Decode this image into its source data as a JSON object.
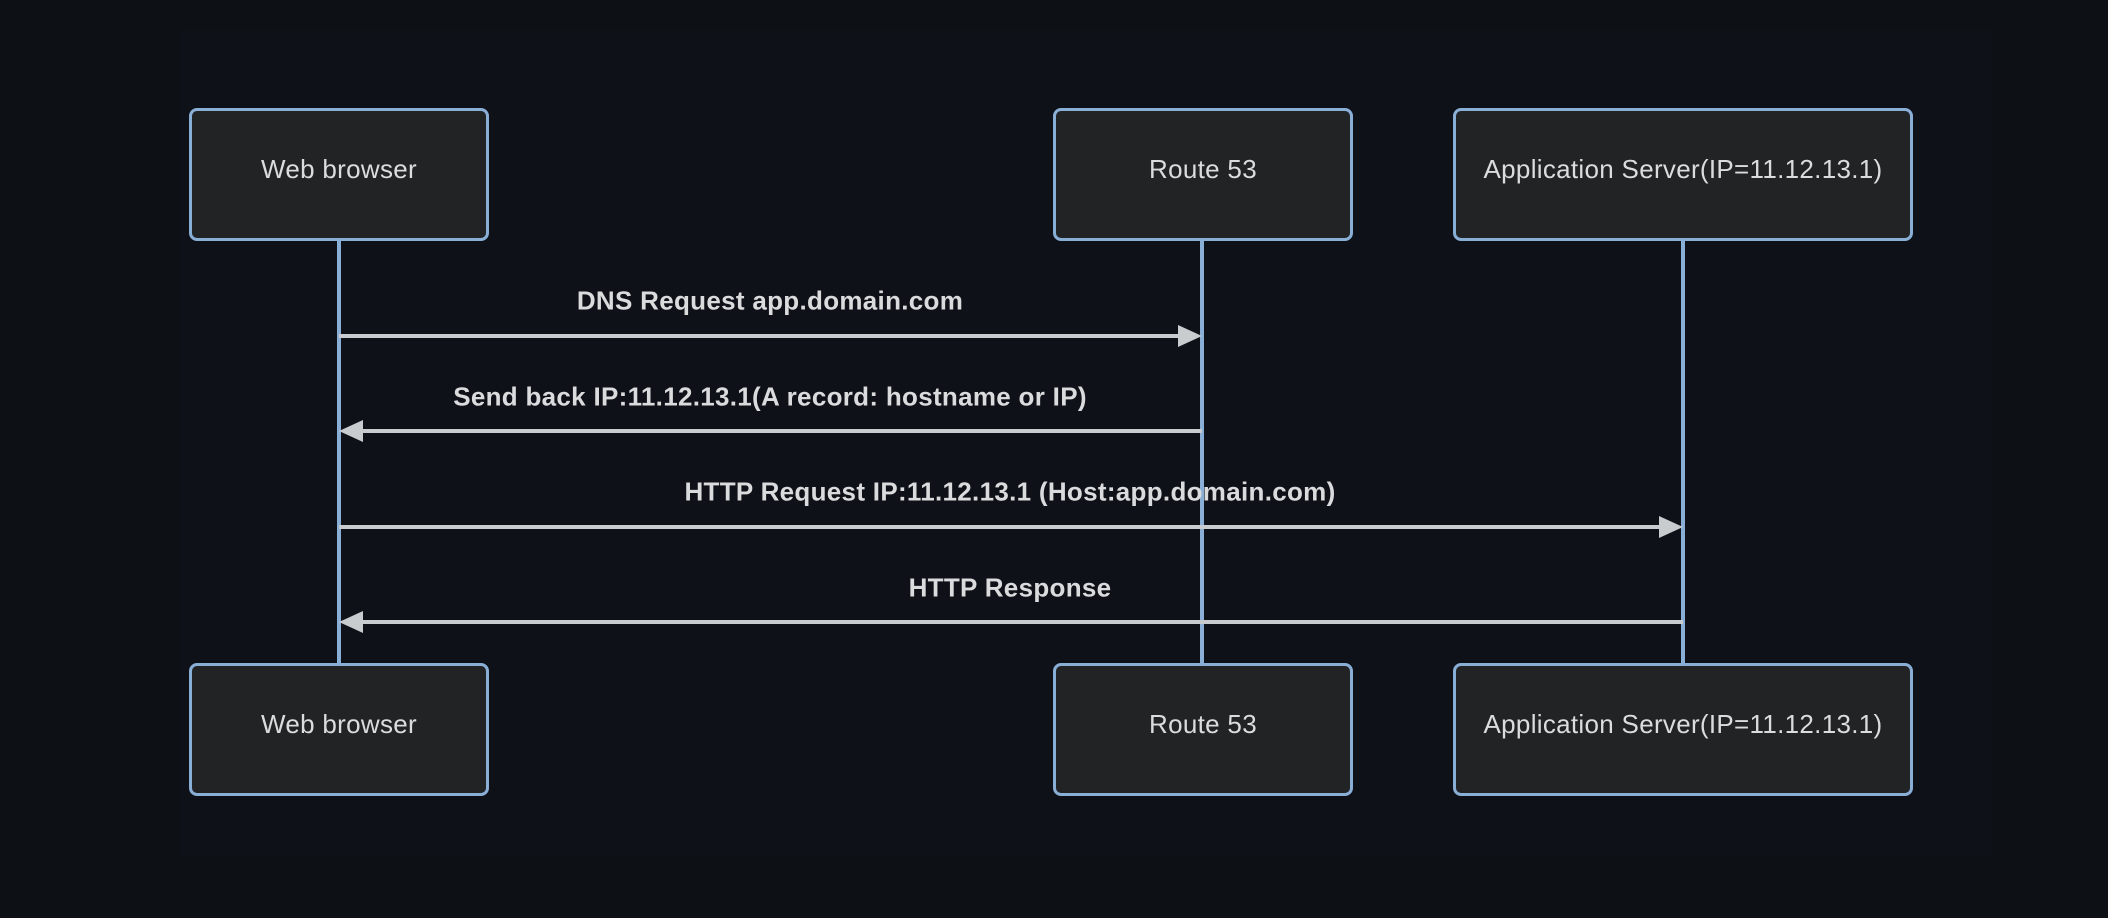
{
  "diagram": {
    "type": "sequence-diagram",
    "actors": [
      {
        "id": "web-browser",
        "name": "Web browser"
      },
      {
        "id": "route-53",
        "name": "Route 53"
      },
      {
        "id": "application-server",
        "name": "Application Server(IP=11.12.13.1)"
      }
    ],
    "messages": [
      {
        "from": "Web browser",
        "to": "Route 53",
        "direction": "right",
        "label": "DNS Request app.domain.com"
      },
      {
        "from": "Route 53",
        "to": "Web browser",
        "direction": "left",
        "label": "Send back IP:11.12.13.1(A record: hostname or IP)"
      },
      {
        "from": "Web browser",
        "to": "Application Server(IP=11.12.13.1)",
        "direction": "right",
        "label": "HTTP Request IP:11.12.13.1 (Host:app.domain.com)"
      },
      {
        "from": "Application Server(IP=11.12.13.1)",
        "to": "Web browser",
        "direction": "left",
        "label": "HTTP Response"
      }
    ],
    "colors": {
      "background": "#0d1015",
      "actor_fill": "#212325",
      "actor_border": "#8aafd7",
      "actor_text": "#dcdcdc",
      "lifeline": "#8aafd7",
      "message_line": "#c9cccf",
      "message_text": "#d9dbdd"
    }
  }
}
